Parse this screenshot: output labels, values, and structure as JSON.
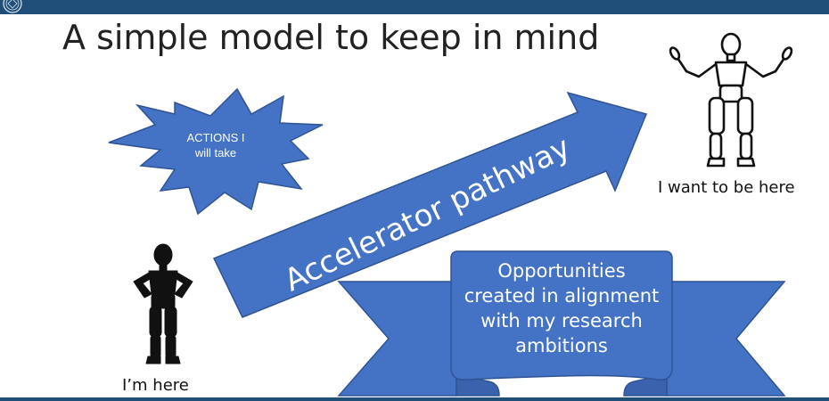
{
  "slide": {
    "title": "A simple model to keep in mind"
  },
  "actions_burst": {
    "lines": [
      "ACTIONS I",
      "will take"
    ]
  },
  "arrow": {
    "label": "Accelerator pathway"
  },
  "banner": {
    "lines": [
      "Opportunities",
      "created in alignment",
      "with my research",
      "ambitions"
    ]
  },
  "figures": {
    "goal_label": "I want to be here",
    "current_label": "I’m here"
  },
  "colors": {
    "header": "#1f4e79",
    "shape_fill": "#4472c4",
    "shape_stroke": "#2f5496",
    "banner_fold": "#3a62ad"
  },
  "icons": {
    "goal_figure": "mannequin-shrugging-icon",
    "current_figure": "mannequin-hands-on-hips-icon",
    "logo": "university-seal-icon"
  }
}
